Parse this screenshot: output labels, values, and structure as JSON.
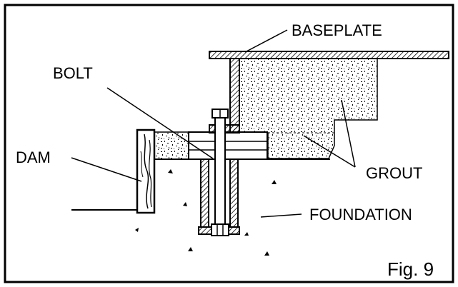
{
  "labels": {
    "baseplate": "BASEPLATE",
    "bolt": "BOLT",
    "dam": "DAM",
    "grout": "GROUT",
    "foundation": "FOUNDATION",
    "figure": "Fig. 9"
  },
  "colors": {
    "ink": "#000000",
    "paper": "#ffffff"
  }
}
